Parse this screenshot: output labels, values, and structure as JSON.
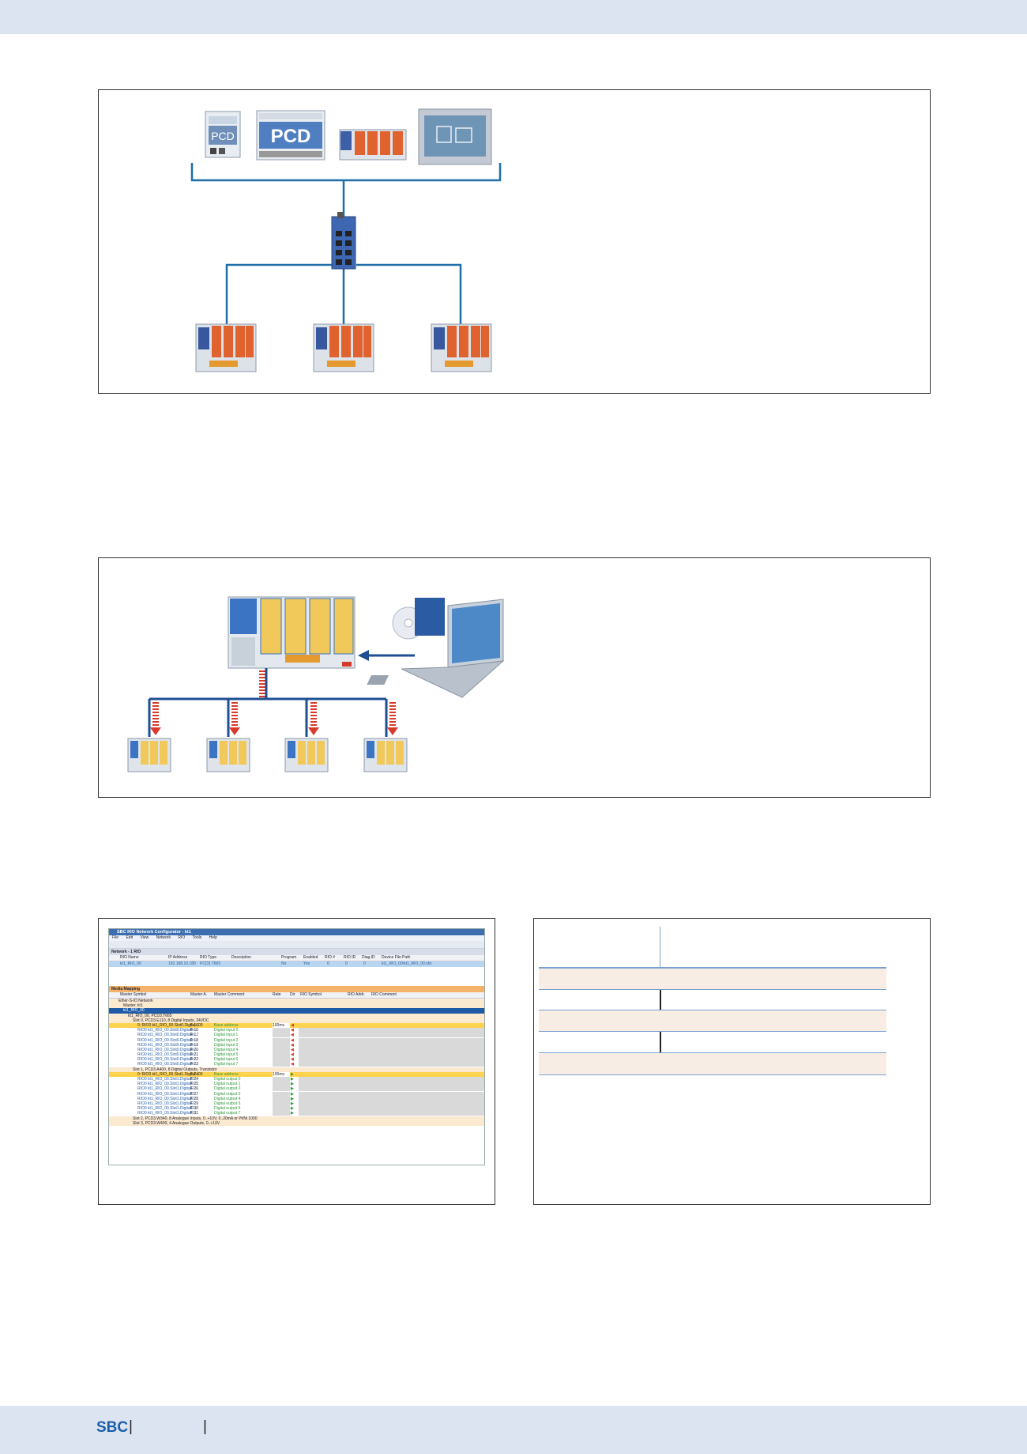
{
  "footer": {
    "brand": "SBC",
    "separator_1": "|",
    "separator_2": "|"
  },
  "figure_top": {
    "labels": [
      "PCD",
      "PCD"
    ]
  },
  "figure_middle": {},
  "configurator": {
    "window_title": "SBC RIO Network Configurator - kt1",
    "menu": [
      "File",
      "Edit",
      "View",
      "Network",
      "RIO",
      "Tools",
      "Help"
    ],
    "network_label": "Network - 1 RIO",
    "rio_columns": [
      "RIO Name",
      "IP Address",
      "RIO Type",
      "Description",
      "Program",
      "Enabled",
      "RIO #",
      "RIO ID",
      "Diag.ID",
      "Device File Path"
    ],
    "rio_row": [
      "kt1_RIO_00",
      "192.168.10.180",
      "PCD3.T665",
      "",
      "No",
      "Yes",
      "0",
      "0",
      "0",
      "kt1_RIO_00\\kt1_RIO_00.sbc"
    ],
    "media_mapping_label": "Media Mapping",
    "mm_columns": [
      "Master Symbol",
      "Master A.",
      "Master Comment",
      "Rate",
      "Dir",
      "RIO Symbol",
      "RIO Addr.",
      "RIO Comment"
    ],
    "tree": [
      {
        "level": 1,
        "text": "Ether-S-IO Network",
        "kind": "group"
      },
      {
        "level": 2,
        "text": "Master: kt1",
        "kind": "group"
      },
      {
        "level": 2,
        "text": "kt1_RIO_00",
        "kind": "selected"
      },
      {
        "level": 3,
        "text": "kt1_RIO_00, PCD3.T665",
        "kind": "group"
      },
      {
        "level": 4,
        "text": "Slot 0, PCD3.E110, 8 Digital Inputs, 24VDC",
        "kind": "slot"
      },
      {
        "level": 5,
        "text": "0: RIO0 kt1_RIO_00.Slot0.Digital...",
        "addr": "F 1600",
        "comment": "Base address",
        "rate": "100ms",
        "dir": "in",
        "kind": "base"
      },
      {
        "level": 5,
        "text": "RIO0 kt1_RIO_00.Slot0.DigitalIn...",
        "addr": "F 16",
        "comment": "Digital input 0",
        "dir": "in",
        "kind": "io"
      },
      {
        "level": 5,
        "text": "RIO0 kt1_RIO_00.Slot0.DigitalIn...",
        "addr": "F 17",
        "comment": "Digital input 1",
        "dir": "in",
        "kind": "io"
      },
      {
        "level": 5,
        "text": "RIO0 kt1_RIO_00.Slot0.DigitalIn...",
        "addr": "F 18",
        "comment": "Digital input 2",
        "dir": "in",
        "kind": "io"
      },
      {
        "level": 5,
        "text": "RIO0 kt1_RIO_00.Slot0.DigitalIn...",
        "addr": "F 19",
        "comment": "Digital input 3",
        "dir": "in",
        "kind": "io"
      },
      {
        "level": 5,
        "text": "RIO0 kt1_RIO_00.Slot0.DigitalIn...",
        "addr": "F 20",
        "comment": "Digital input 4",
        "dir": "in",
        "kind": "io"
      },
      {
        "level": 5,
        "text": "RIO0 kt1_RIO_00.Slot0.DigitalIn...",
        "addr": "F 21",
        "comment": "Digital input 5",
        "dir": "in",
        "kind": "io"
      },
      {
        "level": 5,
        "text": "RIO0 kt1_RIO_00.Slot0.DigitalIn...",
        "addr": "F 22",
        "comment": "Digital input 6",
        "dir": "in",
        "kind": "io"
      },
      {
        "level": 5,
        "text": "RIO0 kt1_RIO_00.Slot0.DigitalIn...",
        "addr": "F 23",
        "comment": "Digital input 7",
        "dir": "in",
        "kind": "io"
      },
      {
        "level": 4,
        "text": "Slot 1, PCD3.A400, 8 Digital Outputs, Transistor",
        "kind": "slot"
      },
      {
        "level": 5,
        "text": "0: RIO0 kt1_RIO_00.Slot1.Digital...",
        "addr": "F 2400",
        "comment": "Base address",
        "rate": "100ms",
        "dir": "out",
        "kind": "base"
      },
      {
        "level": 5,
        "text": "RIO0 kt1_RIO_00.Slot1.DigitalO...",
        "addr": "F 24",
        "comment": "Digital output 0",
        "dir": "out",
        "kind": "io"
      },
      {
        "level": 5,
        "text": "RIO0 kt1_RIO_00.Slot1.DigitalO...",
        "addr": "F 25",
        "comment": "Digital output 1",
        "dir": "out",
        "kind": "io"
      },
      {
        "level": 5,
        "text": "RIO0 kt1_RIO_00.Slot1.DigitalO...",
        "addr": "F 26",
        "comment": "Digital output 2",
        "dir": "out",
        "kind": "io"
      },
      {
        "level": 5,
        "text": "RIO0 kt1_RIO_00.Slot1.DigitalO...",
        "addr": "F 27",
        "comment": "Digital output 3",
        "dir": "out",
        "kind": "io"
      },
      {
        "level": 5,
        "text": "RIO0 kt1_RIO_00.Slot1.DigitalO...",
        "addr": "F 28",
        "comment": "Digital output 4",
        "dir": "out",
        "kind": "io"
      },
      {
        "level": 5,
        "text": "RIO0 kt1_RIO_00.Slot1.DigitalO...",
        "addr": "F 29",
        "comment": "Digital output 5",
        "dir": "out",
        "kind": "io"
      },
      {
        "level": 5,
        "text": "RIO0 kt1_RIO_00.Slot1.DigitalO...",
        "addr": "F 30",
        "comment": "Digital output 6",
        "dir": "out",
        "kind": "io"
      },
      {
        "level": 5,
        "text": "RIO0 kt1_RIO_00.Slot1.DigitalO...",
        "addr": "F 31",
        "comment": "Digital output 7",
        "dir": "out",
        "kind": "io"
      },
      {
        "level": 4,
        "text": "Slot 2, PCD3.W340, 8 Analogue Inputs, 0..+10V, 0..20mA or Pt/Ni 1000",
        "kind": "slot"
      },
      {
        "level": 4,
        "text": "Slot 3, PCD3.W400, 4 Analogue Outputs, 0..+10V",
        "kind": "slot"
      }
    ]
  },
  "colors": {
    "band": "#dce4f2",
    "brand_blue": "#1a5ea8",
    "line_blue": "#1f6ea8",
    "table_fill": "#f8ede4",
    "table_line": "#7aa0cf"
  }
}
